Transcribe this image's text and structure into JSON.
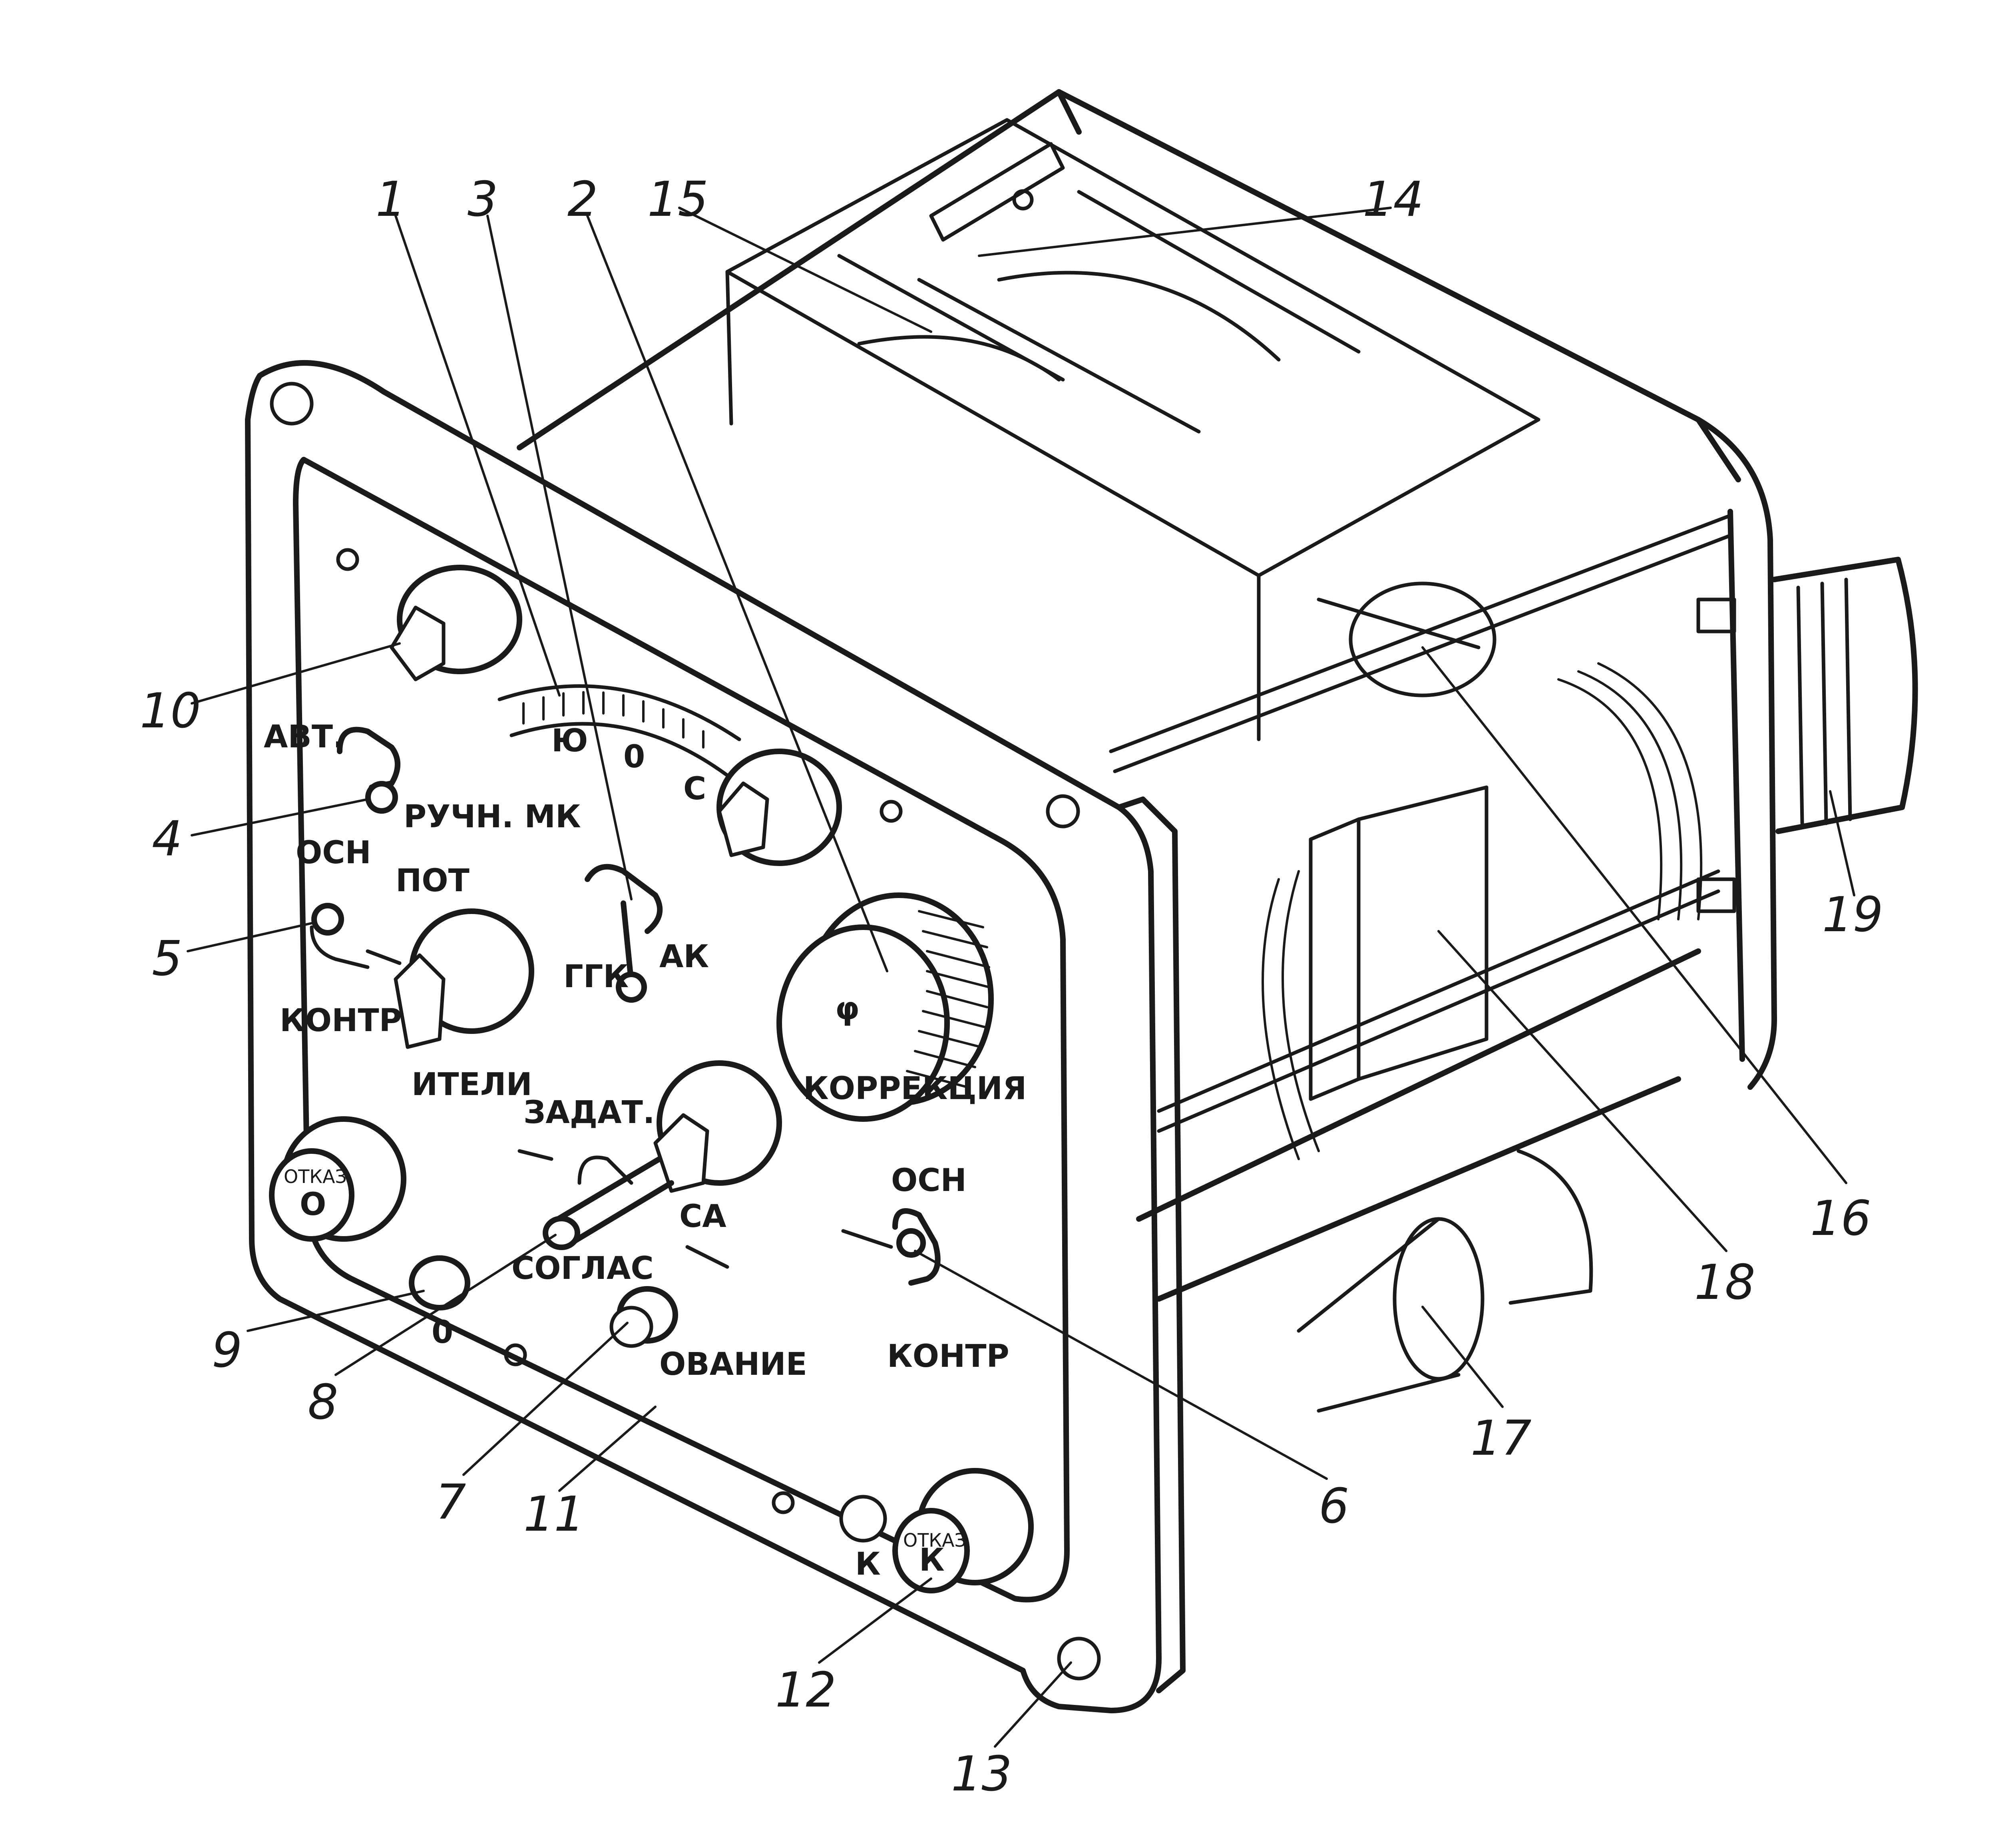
{
  "labels": {
    "avt": "АВТ.",
    "ruchn_mk": "РУЧН. МК",
    "osn_top": "ОСН",
    "kontr_left": "КОНТР",
    "potent_a": "ПОТ",
    "potent_b": "ИТЕЛИ",
    "ggk": "ГГК",
    "ak": "АК",
    "zadat": "ЗАДАТ.",
    "sa": "СА",
    "korr": "КОРРЕКЦИЯ",
    "osn_right": "ОСН",
    "kontr_right": "КОНТР",
    "sogl_a": "СОГЛАС",
    "sogl_b": "ОВАНИЕ",
    "phi": "φ",
    "scale_yu": "Ю",
    "scale_zero": "0",
    "scale_s": "С",
    "otkaz_o": "ОТКАЗ",
    "otkaz_o_letter": "О",
    "otkaz_k": "ОТКАЗ",
    "otkaz_k_letter": "К",
    "k_small": "К",
    "zero_small": "0"
  },
  "callouts": [
    "1",
    "2",
    "3",
    "4",
    "5",
    "6",
    "7",
    "8",
    "9",
    "10",
    "11",
    "12",
    "13",
    "14",
    "15",
    "16",
    "17",
    "18",
    "19"
  ]
}
